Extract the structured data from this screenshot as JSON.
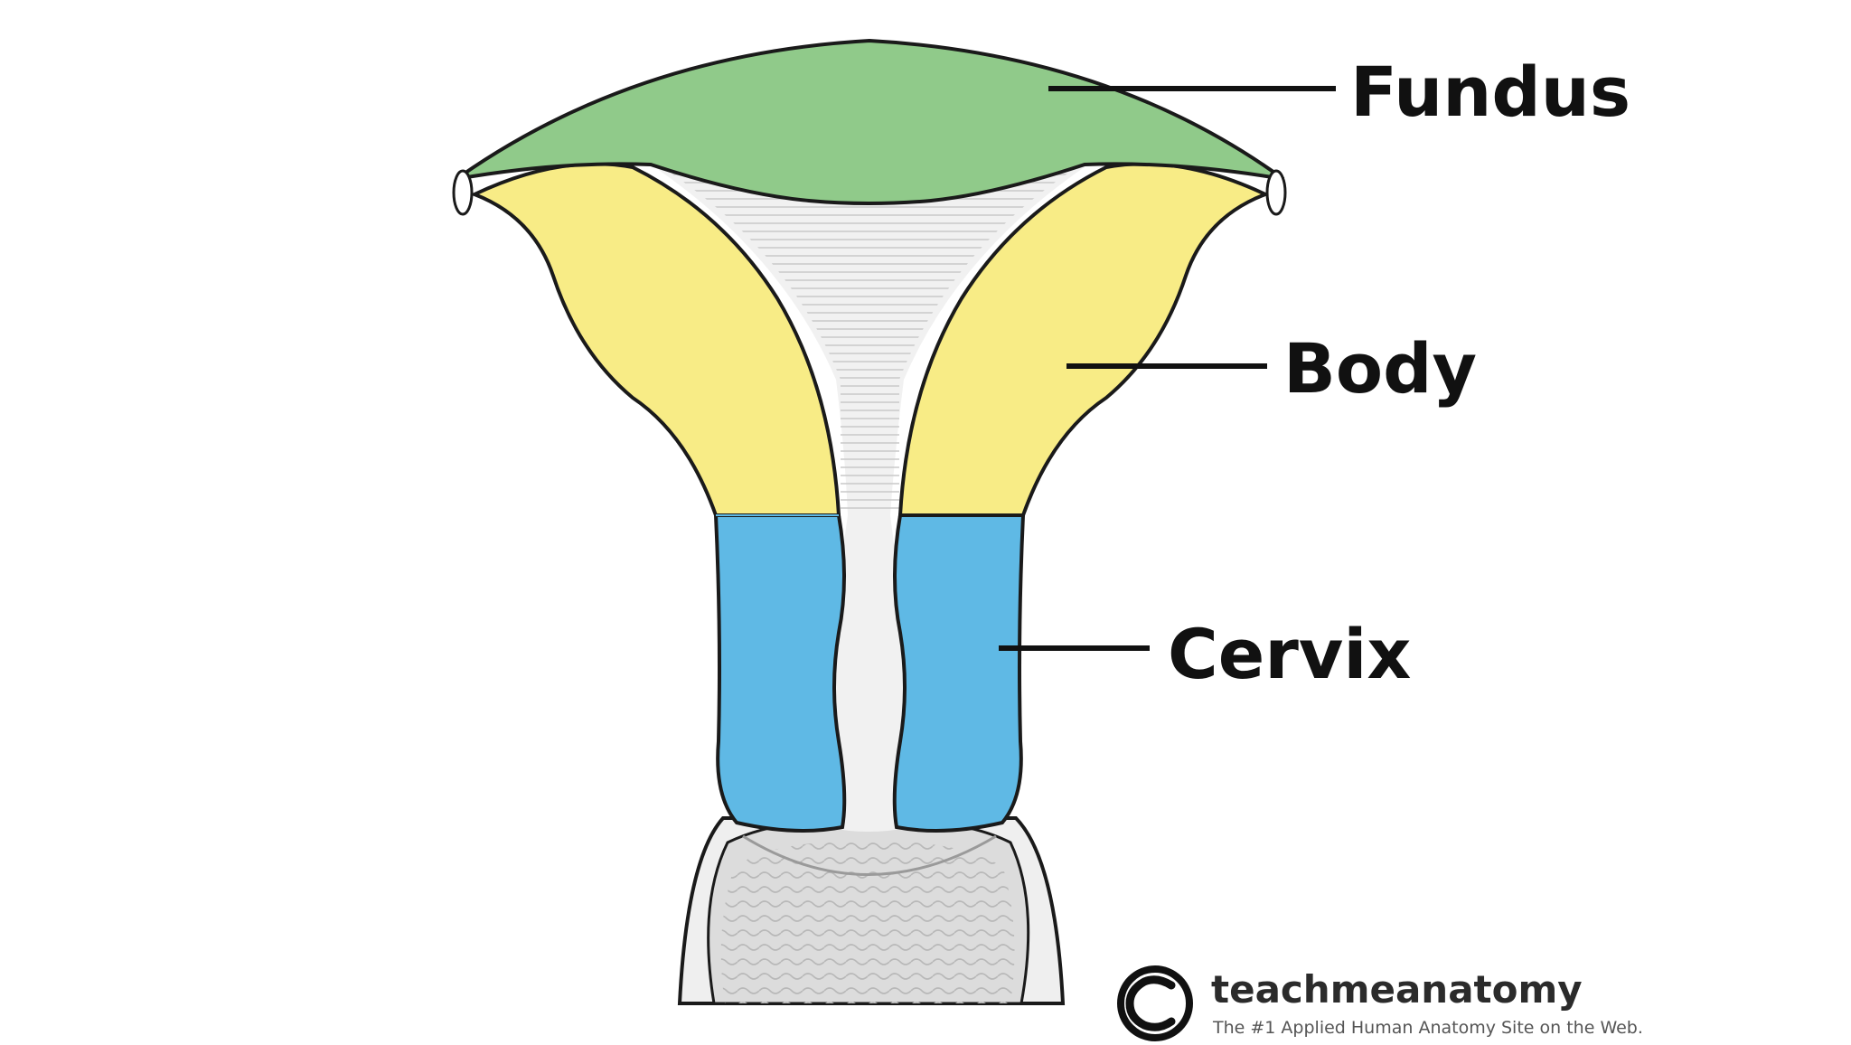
{
  "labels": {
    "fundus": "Fundus",
    "body": "Body",
    "cervix": "Cervix"
  },
  "logo": {
    "brand": "teachmeanatomy",
    "tagline": "The #1 Applied Human Anatomy Site on the Web."
  },
  "colors": {
    "fundus": "#90ca8a",
    "body": "#f8ec86",
    "cervix": "#5fb9e5",
    "cavity": "#f1f1f1",
    "vagina": "#dcdcdc",
    "outline": "#1a1a1a",
    "leader": "#111111"
  },
  "icons": [
    "copyright-icon"
  ]
}
